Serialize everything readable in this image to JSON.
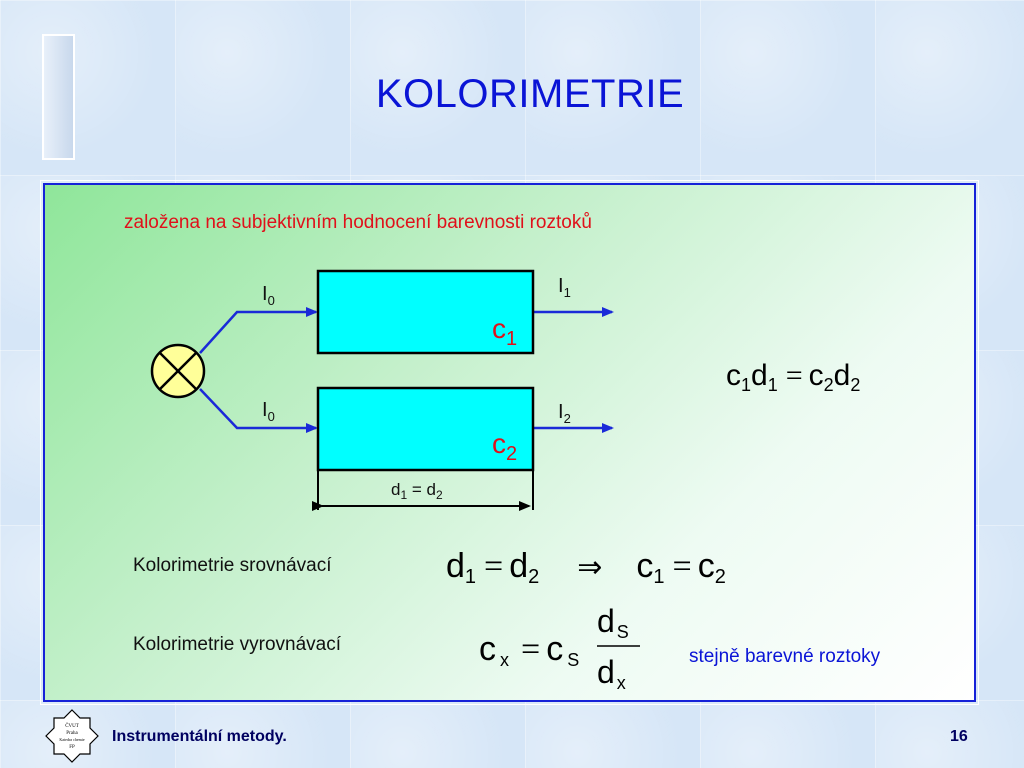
{
  "slide": {
    "title": "KOLORIMETRIE",
    "subtitle": "založena na subjektivním hodnocení barevnosti roztoků",
    "page_number": "16"
  },
  "diagram": {
    "i0_top": "I",
    "i0_top_sub": "0",
    "i1": "I",
    "i1_sub": "1",
    "i0_bottom": "I",
    "i0_bottom_sub": "0",
    "i2": "I",
    "i2_sub": "2",
    "c1": "c",
    "c1_sub": "1",
    "c2": "c",
    "c2_sub": "2",
    "d_label": "d",
    "d_sub1": "1",
    "d_eq": " = d",
    "d_sub2": "2"
  },
  "equations": {
    "main": {
      "c1": "c",
      "s1": "1",
      "d1": "d",
      "s2": "1",
      "eq": "=",
      "c2": "c",
      "s3": "2",
      "d2": "d",
      "s4": "2"
    },
    "srovnavaci": {
      "d": "d",
      "s1": "1",
      "eq1": "=",
      "d2": "d",
      "s2": "2",
      "arrow": "⇒",
      "c": "c",
      "s3": "1",
      "eq2": "=",
      "c2": "c",
      "s4": "2"
    },
    "vyrovnavaci": {
      "cx": "c",
      "x": "x",
      "eq": "=",
      "cs": "c",
      "s": "S",
      "num": "d",
      "num_sub": "S",
      "den": "d",
      "den_sub": "x"
    }
  },
  "methods": {
    "srovnavaci_label": "Kolorimetrie srovnávací",
    "vyrovnavaci_label": "Kolorimetrie vyrovnávací",
    "note": "stejně barevné roztoky"
  },
  "footer": {
    "text": "Instrumentální metody.",
    "logo_text": [
      "ČVUT",
      "Praha",
      "Katedra chemie",
      "FP"
    ]
  },
  "colors": {
    "title_blue": "#0a14d6",
    "red": "#e0101a",
    "cuvette": "#00ffff",
    "lamp": "#ffff99"
  }
}
